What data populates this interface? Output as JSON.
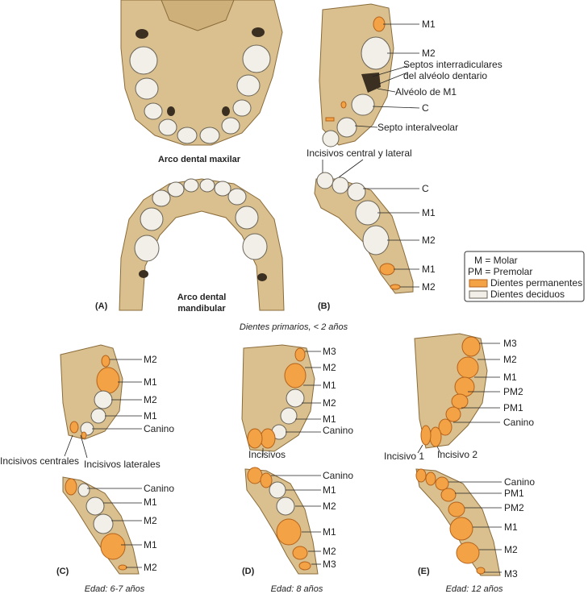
{
  "panels": {
    "A": {
      "label": "(A)",
      "upper_caption": "Arco dental maxilar",
      "lower_caption_1": "Arco dental",
      "lower_caption_2": "mandibular"
    },
    "B": {
      "label": "(B)",
      "upper": [
        "M1",
        "M2",
        "Septos interradiculares",
        "del alvéolo dentario",
        "Alvéolo de M1",
        "C",
        "Septo interalveolar"
      ],
      "incisivos": "Incisivos central y lateral",
      "lower": [
        "C",
        "M1",
        "M2",
        "M1",
        "M2"
      ],
      "caption": "Dientes primarios, < 2 años"
    },
    "C": {
      "label": "(C)",
      "upper": [
        "M2",
        "M1",
        "M2",
        "M1",
        "Canino"
      ],
      "incisivos_centrales": "Incisivos centrales",
      "incisivos_laterales": "Incisivos laterales",
      "lower": [
        "Canino",
        "M1",
        "M2",
        "M1",
        "M2"
      ],
      "caption": "Edad: 6-7 años"
    },
    "D": {
      "label": "(D)",
      "upper": [
        "M3",
        "M2",
        "M1",
        "M2",
        "M1",
        "Canino"
      ],
      "incisivos": "Incisivos",
      "lower": [
        "Canino",
        "M1",
        "M2",
        "M1",
        "M2",
        "M3"
      ],
      "caption": "Edad: 8 años"
    },
    "E": {
      "label": "(E)",
      "upper": [
        "M3",
        "M2",
        "M1",
        "PM2",
        "PM1",
        "Canino"
      ],
      "incisivo_1": "Incisivo 1",
      "incisivo_2": "Incisivo 2",
      "lower": [
        "Canino",
        "PM1",
        "PM2",
        "M1",
        "M2",
        "M3"
      ],
      "caption": "Edad: 12 años"
    }
  },
  "legend": {
    "molar": "M = Molar",
    "premolar": "PM = Premolar",
    "permanentes": "Dientes permanentes",
    "deciduos": "Dientes deciduos"
  },
  "colors": {
    "permanent": "#f3a346",
    "deciduous": "#f1efe8",
    "bone": "#d9c08e"
  }
}
